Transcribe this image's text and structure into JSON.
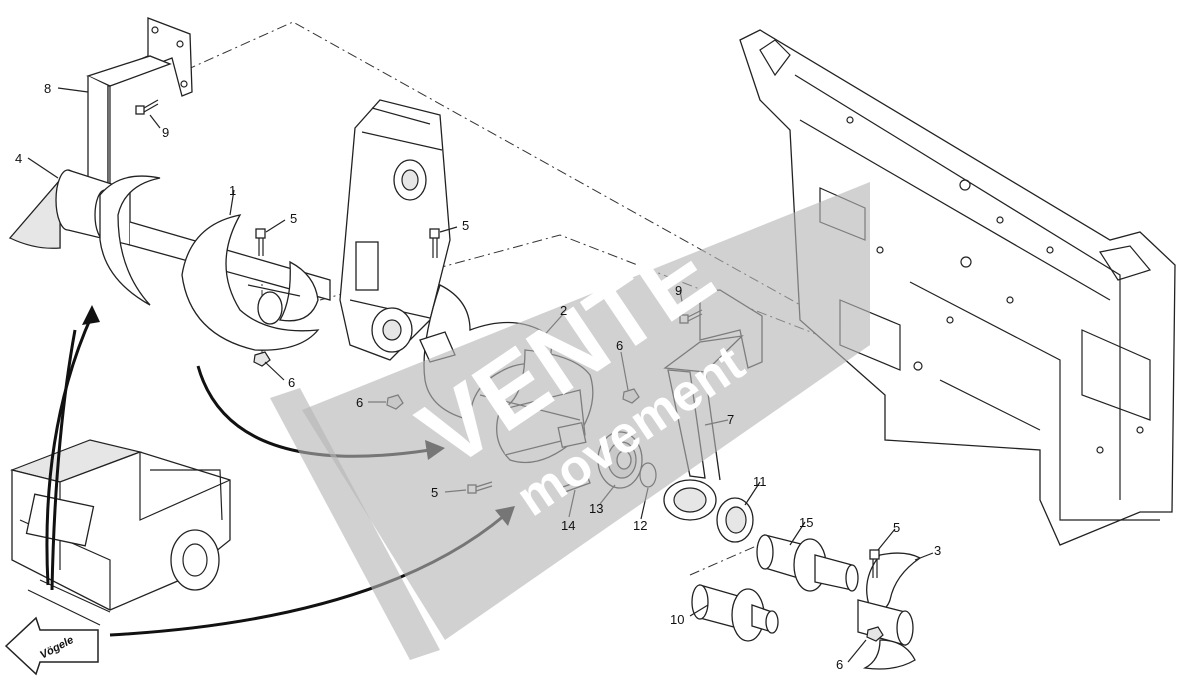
{
  "diagram": {
    "callouts": {
      "c1": "1",
      "c2": "2",
      "c3": "3",
      "c4": "4",
      "c5a": "5",
      "c5b": "5",
      "c5c": "5",
      "c5d": "5",
      "c6a": "6",
      "c6b": "6",
      "c6c": "6",
      "c6d": "6",
      "c7": "7",
      "c8": "8",
      "c9a": "9",
      "c9b": "9",
      "c10": "10",
      "c11": "11",
      "c12": "12",
      "c13": "13",
      "c14": "14",
      "c15": "15"
    },
    "brand_arrow_label": "Vögele"
  },
  "watermark": {
    "word_main": "VENTE",
    "word_sub": "movement",
    "color": "#b4b4b4"
  }
}
